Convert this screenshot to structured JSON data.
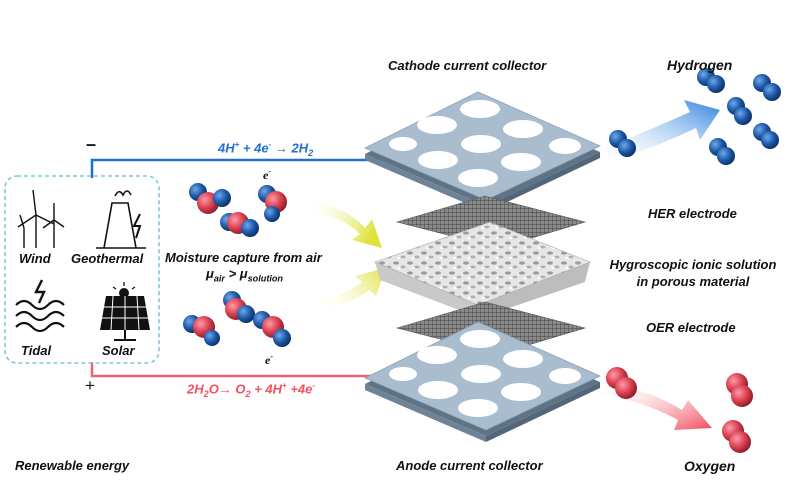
{
  "labels": {
    "cathode_collector": "Cathode current collector",
    "hydrogen": "Hydrogen",
    "her_electrode": "HER  electrode",
    "hygroscopic_line1": "Hygroscopic ionic solution",
    "hygroscopic_line2": "in porous material",
    "oer_electrode": "OER electrode",
    "anode_collector": "Anode current collector",
    "oxygen": "Oxygen",
    "renewable": "Renewable energy",
    "moisture": "Moisture capture from air",
    "mu_air": "μ",
    "mu_air_sub": "air",
    "mu_gt": " > μ",
    "mu_solution_sub": "solution",
    "electron_top": "e",
    "electron_bottom": "e",
    "electron_sup": "-",
    "minus": "–",
    "plus": "+"
  },
  "sources": {
    "wind": "Wind",
    "geothermal": "Geothermal",
    "tidal": "Tidal",
    "solar": "Solar"
  },
  "equations": {
    "cathode": {
      "a": "4H",
      "a_sup": "+",
      "b": " + 4e",
      "b_sup": "-",
      "arrow": " → 2H",
      "c_sub": "2"
    },
    "anode": {
      "a": "2H",
      "a_sub": "2",
      "b": "O→ O",
      "b_sub": "2",
      "c": " + 4H",
      "c_sup": "+",
      "d": " +4e",
      "d_sup": "-"
    }
  },
  "colors": {
    "blue_circuit": "#1f6fd1",
    "red_circuit": "#f06070",
    "plate": "#a9bdcf",
    "hydrogen_atom": "#1e5aa8",
    "oxygen_atom": "#d94050",
    "dashed_box": "#7dc8d6",
    "arrow_yellow": "#e6e84a"
  }
}
